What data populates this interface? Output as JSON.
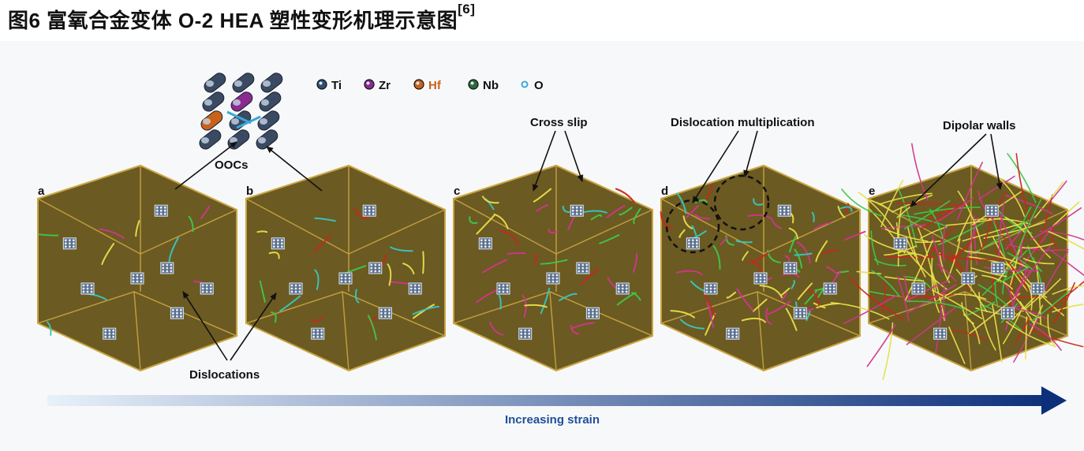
{
  "title": {
    "text": "图6 富氧合金变体 O-2 HEA 塑性变形机理示意图",
    "ref": "[6]"
  },
  "legend": [
    {
      "label": "Ti",
      "color": "#2f4f6f"
    },
    {
      "label": "Zr",
      "color": "#8b2a8f"
    },
    {
      "label": "Hf",
      "color": "#c9621a"
    },
    {
      "label": "Nb",
      "color": "#2c6b3a"
    },
    {
      "label": "O",
      "color": "#3aa7d8"
    }
  ],
  "oocs_label": "OOCs",
  "panels": [
    {
      "letter": "a"
    },
    {
      "letter": "b"
    },
    {
      "letter": "c"
    },
    {
      "letter": "d"
    },
    {
      "letter": "e"
    }
  ],
  "annotations": {
    "dislocations": "Dislocations",
    "cross_slip": "Cross slip",
    "multiplication": "Dislocation multiplication",
    "dipolar_walls": "Dipolar walls"
  },
  "strain_label": "Increasing strain",
  "colors": {
    "cube_face": "#6b5a22",
    "cube_edge": "#c9a440",
    "arrow_start": "#e8f1fa",
    "arrow_end": "#0c2f7a",
    "disl_green": "#3fc84a",
    "disl_yellow": "#e8df4a",
    "disl_red": "#c8281c",
    "disl_magenta": "#d0368c",
    "disl_cyan": "#38c7c0"
  }
}
